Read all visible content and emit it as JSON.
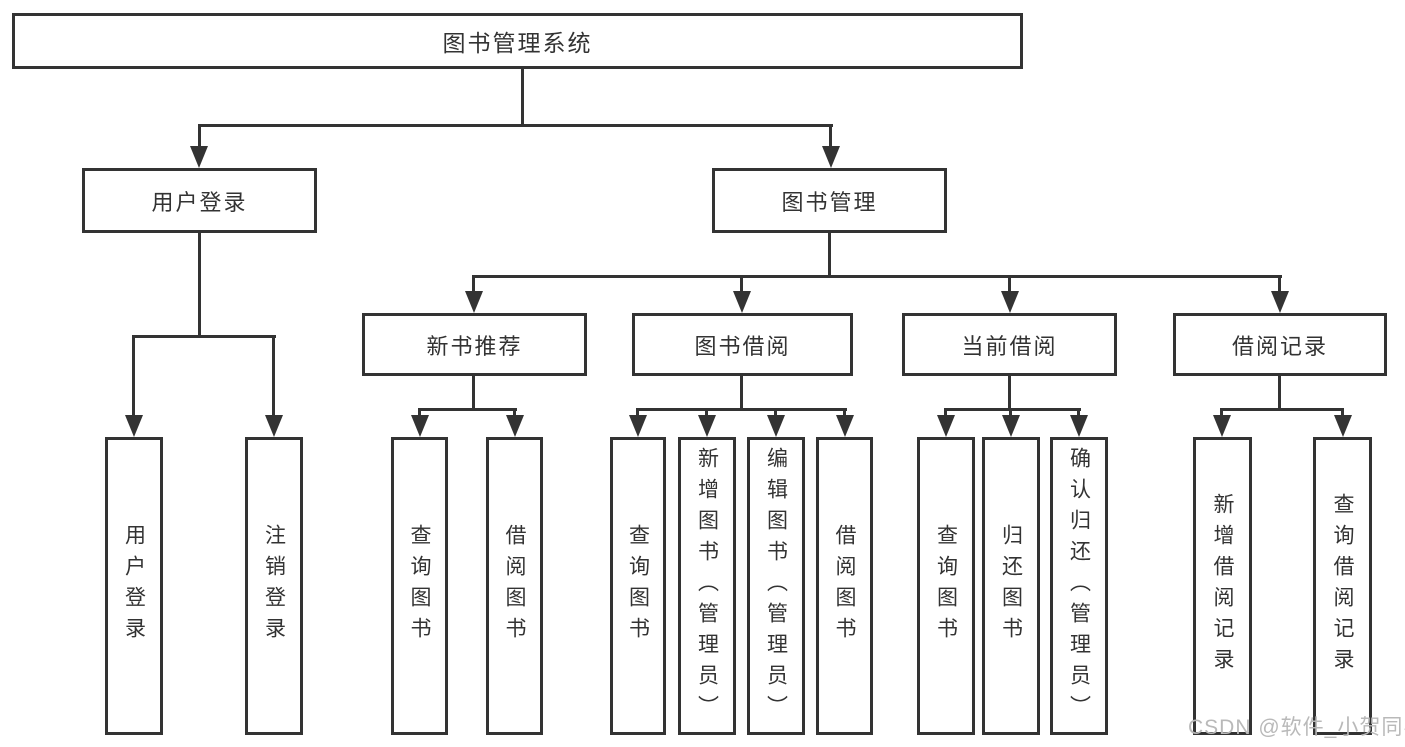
{
  "diagram": {
    "root": "图书管理系统",
    "level2": {
      "user_login": "用户登录",
      "book_mgmt": "图书管理"
    },
    "level3": {
      "new_book_rec": "新书推荐",
      "book_borrow": "图书借阅",
      "current_borrow": "当前借阅",
      "borrow_record": "借阅记录"
    },
    "leaves": {
      "user_login_children": [
        "用户登录",
        "注销登录"
      ],
      "new_book_rec_children": [
        "查询图书",
        "借阅图书"
      ],
      "book_borrow_children": [
        "查询图书",
        "新增图书（管理员）",
        "编辑图书（管理员）",
        "借阅图书"
      ],
      "current_borrow_children": [
        "查询图书",
        "归还图书",
        "确认归还（管理员）"
      ],
      "borrow_record_children": [
        "新增借阅记录",
        "查询借阅记录"
      ]
    }
  },
  "watermark": "CSDN @软件_小贺同学",
  "colors": {
    "line": "#333333",
    "text": "#333333",
    "watermark": "#b9b9b9",
    "background": "#ffffff"
  }
}
